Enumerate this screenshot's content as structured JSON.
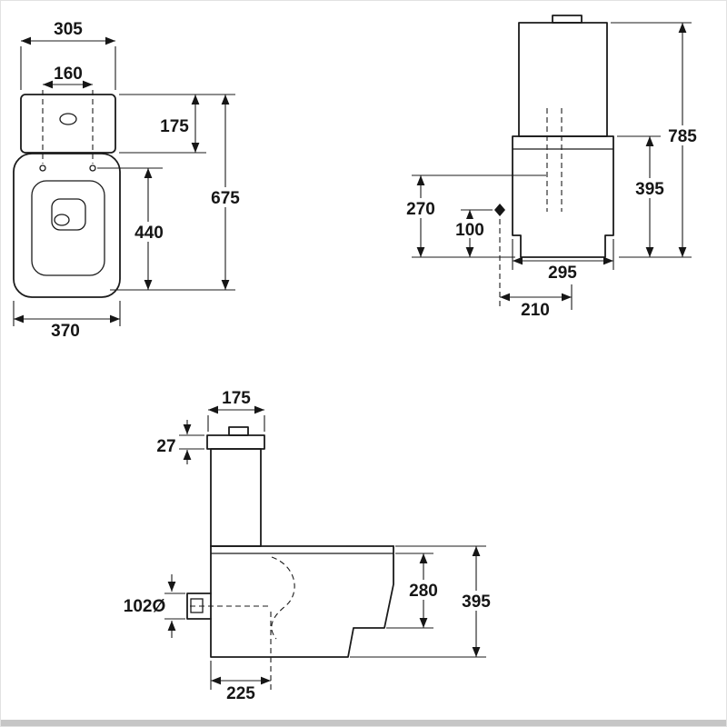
{
  "colors": {
    "line": "#1b1b1b",
    "background": "#ffffff",
    "bottom_strip": "#c6c6c6"
  },
  "dims": {
    "plan": {
      "cistern_width": "305",
      "seat_hole_spacing": "160",
      "cistern_depth": "175",
      "overall_depth": "675",
      "bowl_depth": "440",
      "overall_width": "370"
    },
    "front": {
      "overall_height": "785",
      "bowl_height": "395",
      "inlet_height": "270",
      "inlet_drop": "100",
      "base_width": "295",
      "inlet_offset": "210"
    },
    "side": {
      "cistern_depth": "175",
      "lid_height": "27",
      "outlet_diameter": "102Ø",
      "bowl_body_height": "280",
      "rim_height": "395",
      "trap_setout": "225"
    }
  }
}
